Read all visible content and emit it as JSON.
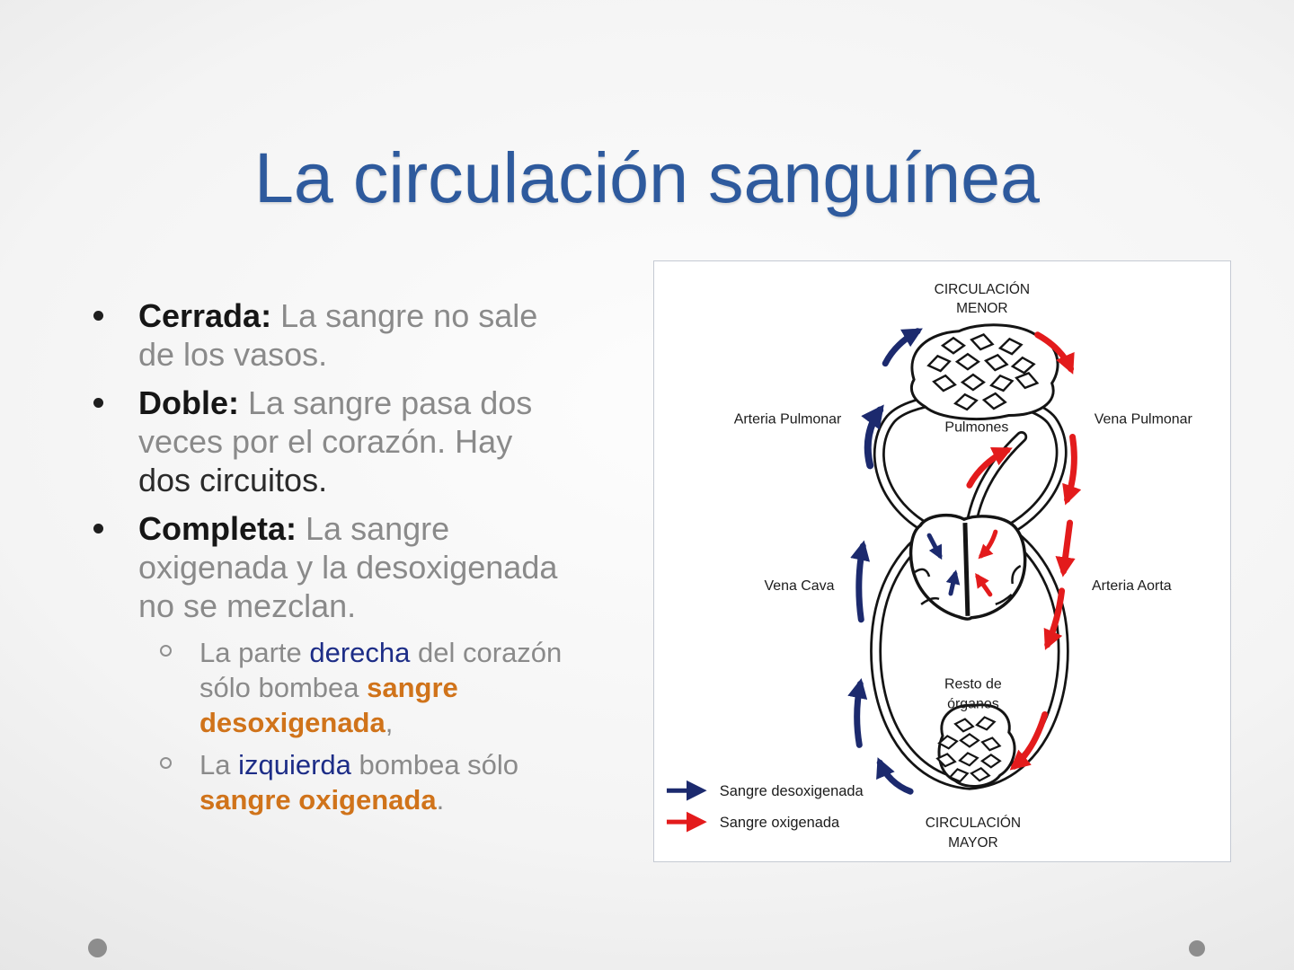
{
  "slide": {
    "title": "La circulación sanguínea"
  },
  "colors": {
    "title_blue": "#2e5a9d",
    "body_gray": "#8a8a8a",
    "emphasis_black": "#2a2a2a",
    "navy_text": "#1d2d87",
    "orange_text": "#d0731a",
    "arrow_blue": "#1c2a6e",
    "arrow_red": "#e31b1c"
  },
  "content": {
    "bullets": [
      {
        "lines": [
          [
            {
              "text": "Cerrada:"
            },
            {
              "text": " La sangre no sale"
            }
          ],
          [
            {
              "text": "de los vasos."
            }
          ]
        ]
      },
      {
        "lines": [
          [
            {
              "text": "Doble:"
            },
            {
              "text": " La sangre pasa dos"
            }
          ],
          [
            {
              "text": "veces por el corazón. Hay"
            }
          ],
          [
            {
              "text": "dos circuitos."
            }
          ]
        ]
      },
      {
        "lines": [
          [
            {
              "text": "Completa:"
            },
            {
              "text": " La sangre"
            }
          ],
          [
            {
              "text": "oxigenada y la desoxigenada"
            }
          ],
          [
            {
              "text": "no se mezclan."
            }
          ]
        ]
      }
    ],
    "sub_bullets": [
      {
        "lines": [
          [
            {
              "text": "La parte "
            },
            {
              "text": "derecha"
            },
            {
              "text": " del corazón"
            }
          ],
          [
            {
              "text": "sólo bombea "
            },
            {
              "text": "sangre"
            }
          ],
          [
            {
              "text": "desoxigenada"
            },
            {
              "text": ","
            }
          ]
        ]
      },
      {
        "lines": [
          [
            {
              "text": "La "
            },
            {
              "text": "izquierda"
            },
            {
              "text": " bombea sólo"
            }
          ],
          [
            {
              "text": "sangre oxigenada"
            },
            {
              "text": "."
            }
          ]
        ]
      }
    ]
  },
  "diagram": {
    "circulacion_menor": {
      "line1": "CIRCULACIÓN",
      "line2": "MENOR"
    },
    "circulacion_mayor": {
      "line1": "CIRCULACIÓN",
      "line2": "MAYOR"
    },
    "labels": {
      "arteria_pulmonar": "Arteria Pulmonar",
      "pulmones": "Pulmones",
      "vena_pulmonar": "Vena Pulmonar",
      "vena_cava": "Vena Cava",
      "arteria_aorta": "Arteria Aorta",
      "resto_line1": "Resto de",
      "resto_line2": "órganos"
    },
    "legend": {
      "desoxigenada": {
        "label": "Sangre desoxigenada",
        "color": "#1c2a6e"
      },
      "oxigenada": {
        "label": "Sangre oxigenada",
        "color": "#e31b1c"
      }
    }
  }
}
